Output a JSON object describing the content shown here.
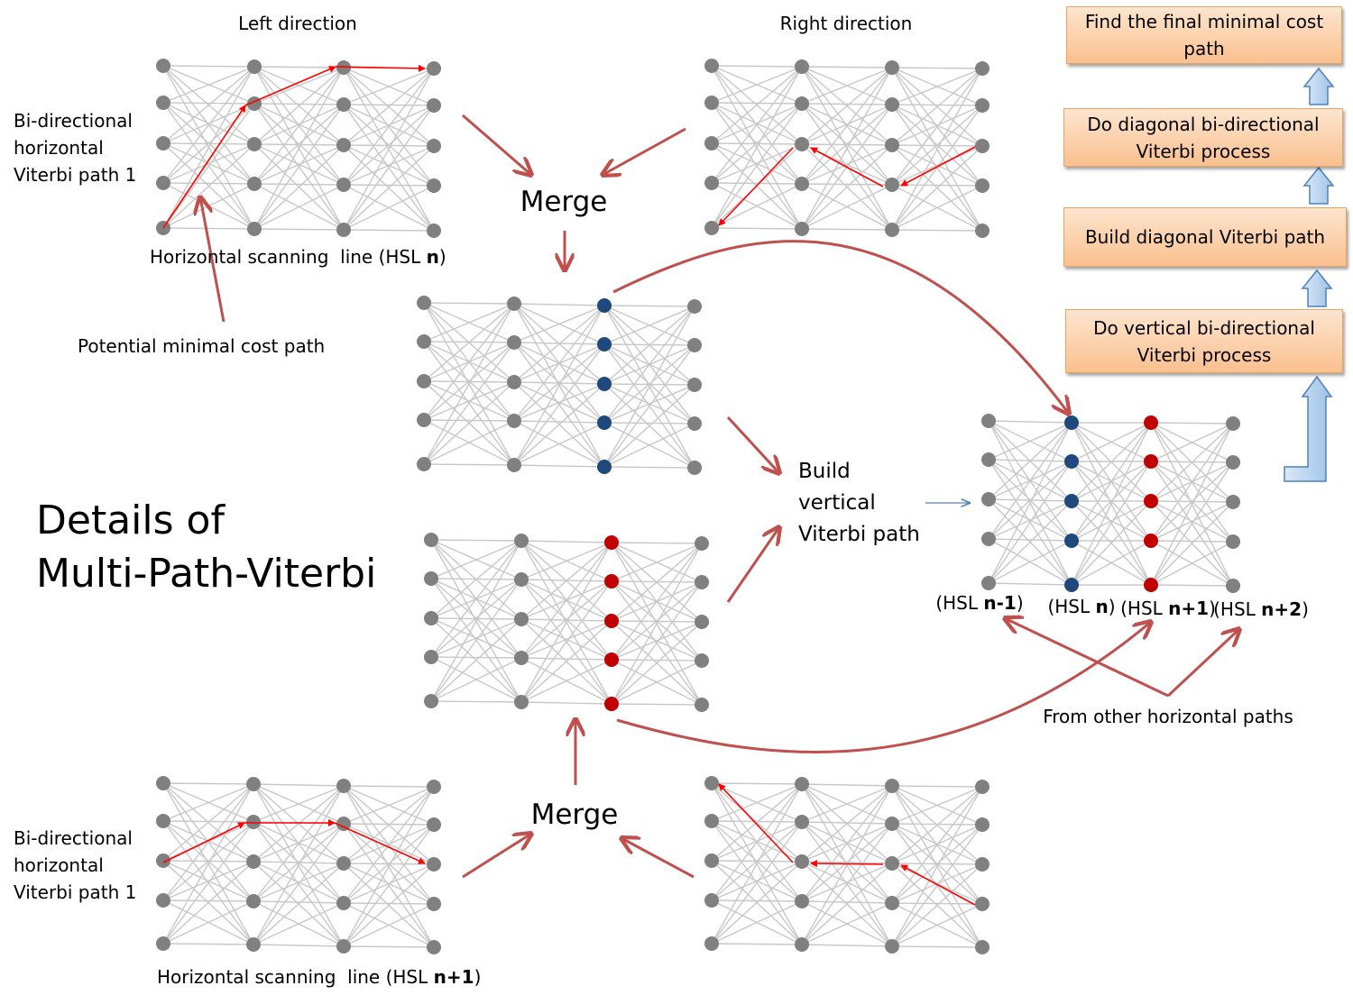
{
  "title": [
    "Details of",
    "Multi-Path-Viterbi"
  ],
  "labels": {
    "left_direction": "Left direction",
    "right_direction": "Right direction",
    "bidir_path_top": [
      "Bi-directional",
      "horizontal",
      "Viterbi path 1"
    ],
    "bidir_path_bottom": [
      "Bi-directional",
      "horizontal",
      "Viterbi path 1"
    ],
    "hsl_top": {
      "prefix": "Horizontal scanning  line (HSL ",
      "bold": "n",
      "suffix": ")"
    },
    "hsl_bottom": {
      "prefix": "Horizontal scanning  line (HSL ",
      "bold": "n+1",
      "suffix": ")"
    },
    "potential_path": "Potential minimal cost path",
    "merge_top": "Merge",
    "merge_bottom": "Merge",
    "build_vertical": [
      "Build",
      "vertical",
      "Viterbi path"
    ],
    "from_other": "From other horizontal paths",
    "hsl_cols": [
      {
        "prefix": "(HSL ",
        "bold": "n-1",
        "suffix": ")"
      },
      {
        "prefix": "(HSL ",
        "bold": "n",
        "suffix": ")"
      },
      {
        "prefix": "(HSL ",
        "bold": "n+1",
        "suffix": ")"
      },
      {
        "prefix": "(HSL ",
        "bold": "n+2",
        "suffix": ")"
      }
    ]
  },
  "steps": [
    "Find the final minimal cost path",
    "Do diagonal bi-directional Viterbi process",
    "Build diagonal Viterbi path",
    "Do vertical bi-directional Viterbi process"
  ],
  "colors": {
    "node": "#808080",
    "edge": "#c8c8c8",
    "path_arrow": "#ff0000",
    "flow_arrow": "#c0504d",
    "blue_node": "#1f497d",
    "red_node": "#c00000",
    "step_border": "#e8a465",
    "up_arrow": "#9dc3e6"
  }
}
